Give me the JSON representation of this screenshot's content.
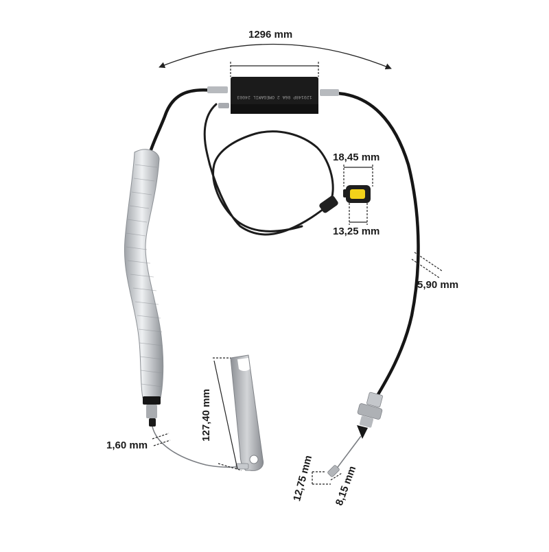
{
  "photo": {
    "background": "#ffffff",
    "cable_color": "#161616",
    "sleeve_color": "#cfd2d6",
    "bracket_color": "#b9bcc0",
    "module_color": "#1b1b1b",
    "connector_color": "#f2d21a",
    "module_print": "120148P 06A 2 OMEGAMIL 24003"
  },
  "dimensions": {
    "overall_length": "1296 mm",
    "connector_width": "18,45 mm",
    "connector_height": "13,25 mm",
    "cable_diameter": "5,90 mm",
    "inner_wire_diameter": "1,60 mm",
    "bracket_length": "127,40 mm",
    "ferrule_length": "12,75 mm",
    "ferrule_diameter": "8,15 mm"
  }
}
